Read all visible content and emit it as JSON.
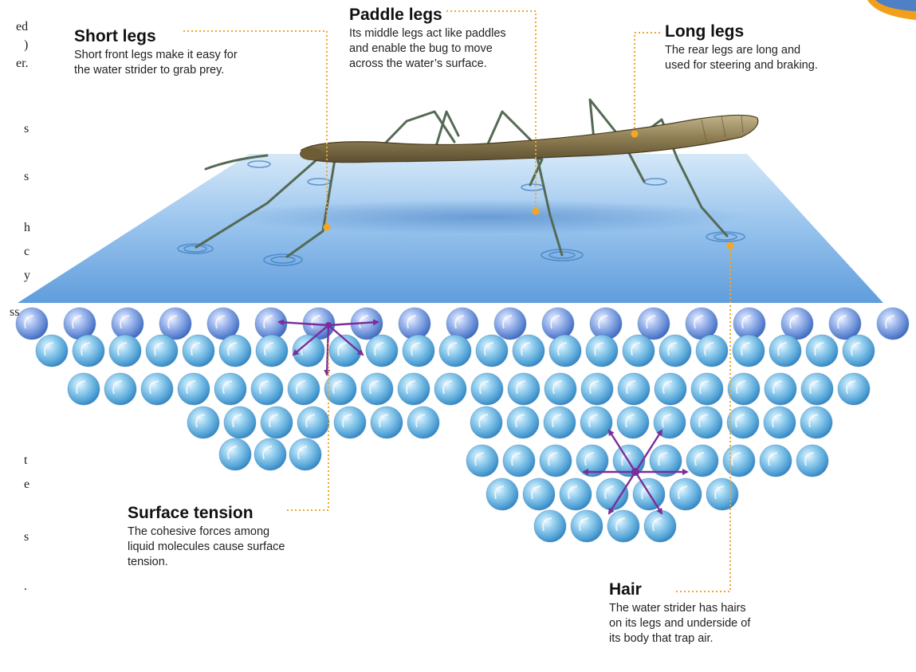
{
  "left_text_fragments": [
    "ed",
    ")",
    "er.",
    "s",
    "s",
    "h",
    "c",
    "y",
    "ss",
    "t",
    "e",
    "s",
    "."
  ],
  "callouts": {
    "short_legs": {
      "title": "Short legs",
      "text": "Short front legs make it easy for the water strider to grab prey."
    },
    "paddle_legs": {
      "title": "Paddle legs",
      "text": "Its middle legs act like paddles and enable the bug to move across the water’s surface."
    },
    "long_legs": {
      "title": "Long legs",
      "text": "The rear legs are long and used for steering and braking."
    },
    "surface_tension": {
      "title": "Surface tension",
      "text": "The cohesive forces among liquid molecules cause surface tension."
    },
    "hair": {
      "title": "Hair",
      "text": "The water strider has hairs on its legs and underside of its body that trap air."
    }
  },
  "colors": {
    "leader_line": "#f5a623",
    "water_surface": "#7fb2e3",
    "molecule": "#74b8e2",
    "force_arrow": "#7b2d9b",
    "strider_body": "#8a7a55",
    "corner_badge": "#f2a01c"
  }
}
